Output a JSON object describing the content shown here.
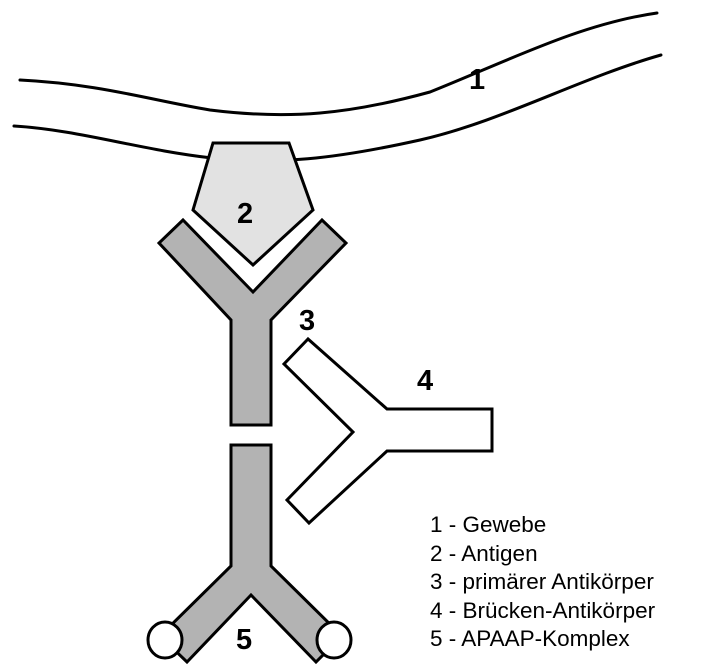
{
  "colors": {
    "antigen_fill": "#e2e2e2",
    "antibody_fill": "#b3b3b3",
    "bridge_fill": "#ffffff",
    "outline": "#000000"
  },
  "markers": {
    "tissue": "1",
    "antigen": "2",
    "primary_antibody": "3",
    "bridge_antibody": "4",
    "apaap_complex": "5"
  },
  "legend": [
    {
      "label": "1 - Gewebe"
    },
    {
      "label": "2 - Antigen"
    },
    {
      "label": "3 - primärer Antikörper"
    },
    {
      "label": "4 - Brücken-Antikörper"
    },
    {
      "label": "5 - APAAP-Komplex"
    }
  ]
}
